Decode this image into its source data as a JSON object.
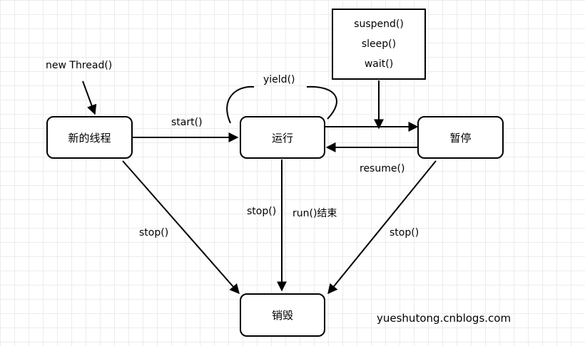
{
  "nodes": {
    "new_thread_state": "新的线程",
    "running": "运行",
    "paused": "暂停",
    "destroyed": "销毁"
  },
  "pause_methods": [
    "suspend()",
    "sleep()",
    "wait()"
  ],
  "edge_labels": {
    "new_thread": "new Thread()",
    "start": "start()",
    "yield": "yield()",
    "resume": "resume()",
    "stop_new": "stop()",
    "stop_running": "stop()",
    "run_end": "run()结束",
    "stop_paused": "stop()"
  },
  "watermark": "yueshutong.cnblogs.com"
}
